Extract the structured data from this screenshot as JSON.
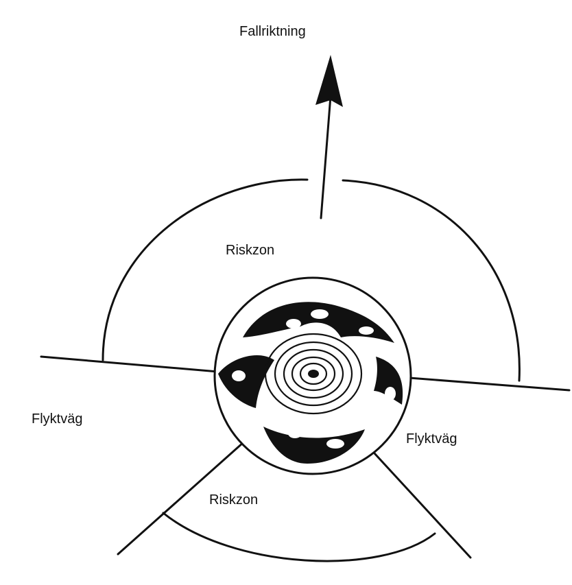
{
  "diagram": {
    "labels": {
      "fall_direction": "Fallriktning",
      "risk_zone_top": "Riskzon",
      "escape_left": "Flyktväg",
      "escape_right": "Flyktväg",
      "risk_zone_bottom": "Riskzon"
    },
    "colors": {
      "ink": "#111111",
      "background": "#ffffff"
    }
  }
}
